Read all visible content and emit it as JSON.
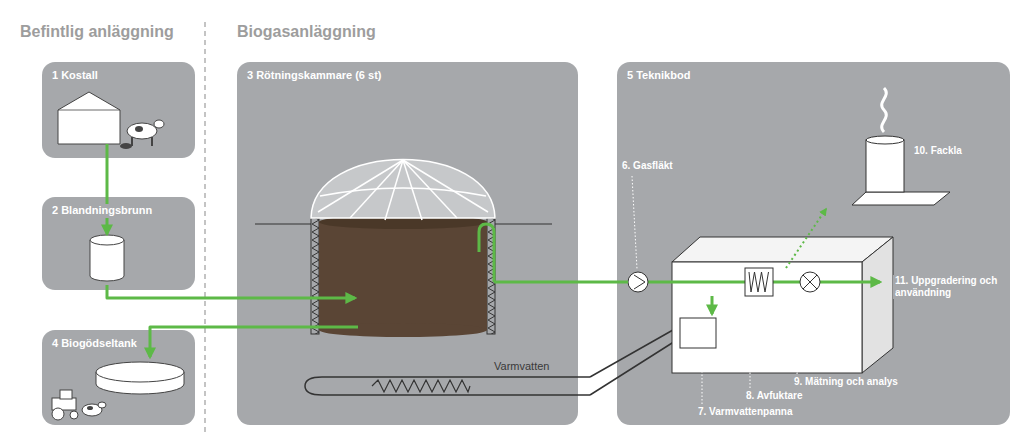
{
  "diagram": {
    "nodes": [
      {
        "text": [
          "1 Kostall"
        ]
      },
      {
        "text": [
          "2 Blandningsbrunn"
        ]
      },
      {
        "text": [
          "3 Rötningskammare (6 st)"
        ]
      },
      {
        "text": [
          "4 Biogödseltank"
        ]
      },
      {
        "text": [
          "5 Teknikbod"
        ]
      }
    ],
    "edges": [
      {
        "from": 0,
        "to": 1,
        "arrow": "to"
      },
      {
        "from": 1,
        "to": 2,
        "arrow": "to"
      },
      {
        "from": 2,
        "to": 3,
        "arrow": "to"
      },
      {
        "from": 2,
        "to": 4,
        "arrow": "none"
      }
    ],
    "labels": [
      "Befintlig anläggning",
      "Biogasanläggning",
      "Varmvatten",
      "6. Gasfläkt",
      "7. Varmvattenpanna",
      "8. Avfuktare",
      "9. Mätning och analys",
      "10. Fackla",
      "11. Uppgradering och användning"
    ]
  }
}
